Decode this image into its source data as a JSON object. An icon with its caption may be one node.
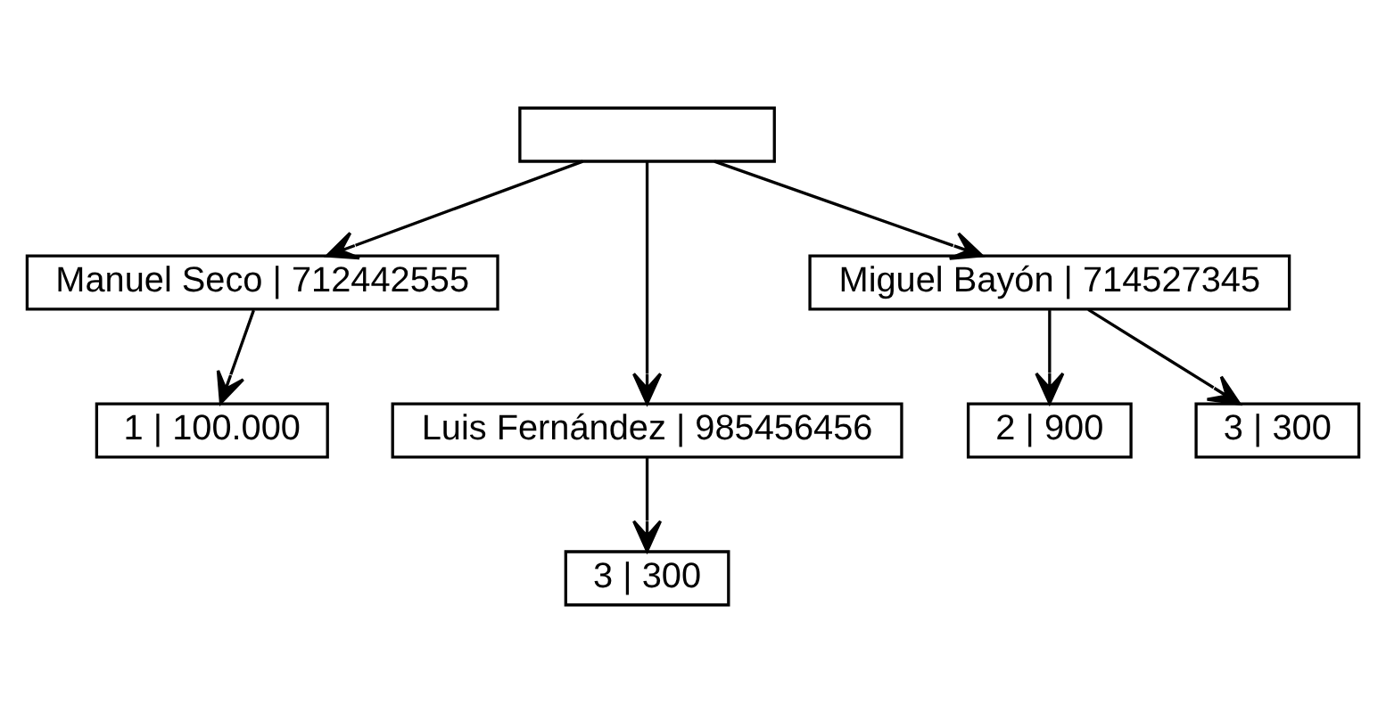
{
  "diagram": {
    "nodes": [
      {
        "text": [],
        "shape": "box"
      },
      {
        "text": [
          "Manuel Seco | 712442555"
        ]
      },
      {
        "text": [
          "Miguel Bayón | 714527345"
        ]
      },
      {
        "text": [
          "1 | 100.000"
        ]
      },
      {
        "text": [
          "2 | 900"
        ]
      },
      {
        "text": [
          "3 | 300"
        ]
      },
      {
        "text": [
          "Luis Fernández | 985456456"
        ]
      },
      {
        "text": [
          "3 | 300"
        ]
      }
    ],
    "edges": [
      {
        "from": 0,
        "to": 1,
        "arrow": "to"
      },
      {
        "from": 0,
        "to": 6,
        "arrow": "to"
      },
      {
        "from": 0,
        "to": 2,
        "arrow": "to"
      },
      {
        "from": 1,
        "to": 3,
        "arrow": "to"
      },
      {
        "from": 2,
        "to": 4,
        "arrow": "to"
      },
      {
        "from": 2,
        "to": 5,
        "arrow": "to"
      },
      {
        "from": 6,
        "to": 7,
        "arrow": "to"
      }
    ]
  }
}
